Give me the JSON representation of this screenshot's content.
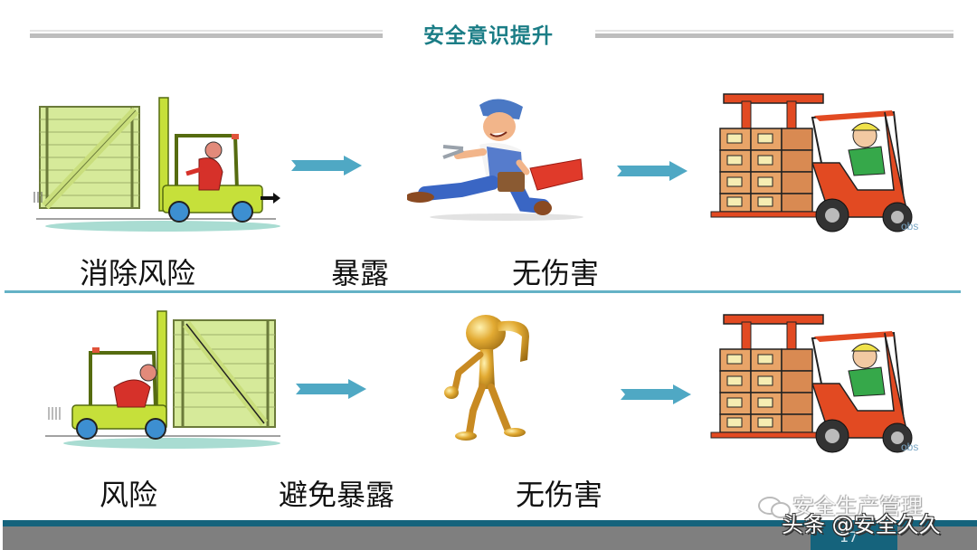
{
  "slide": {
    "title": "安全意识提升",
    "title_color": "#1b7d86",
    "page_number": "17",
    "accent_color": "#15637c",
    "divider_color": "#64b2c6",
    "arrow_color": "#4fa8c4"
  },
  "rows": [
    {
      "steps": [
        {
          "image": "forklift-carrying-tall-crate-green",
          "label": "消除风险"
        },
        {
          "image": "running-worker-with-toolbox",
          "label": "暴露"
        },
        {
          "image": "orange-forklift-with-boxes",
          "label": "无伤害"
        }
      ]
    },
    {
      "steps": [
        {
          "image": "forklift-pushing-tall-crate-green",
          "label": "风险"
        },
        {
          "image": "gold-figure-looking-ahead",
          "label": "避免暴露"
        },
        {
          "image": "orange-forklift-with-boxes",
          "label": "无伤害"
        }
      ]
    }
  ],
  "watermarks": {
    "wechat": "安全生产管理",
    "toutiao": "头条 @安全久久"
  }
}
